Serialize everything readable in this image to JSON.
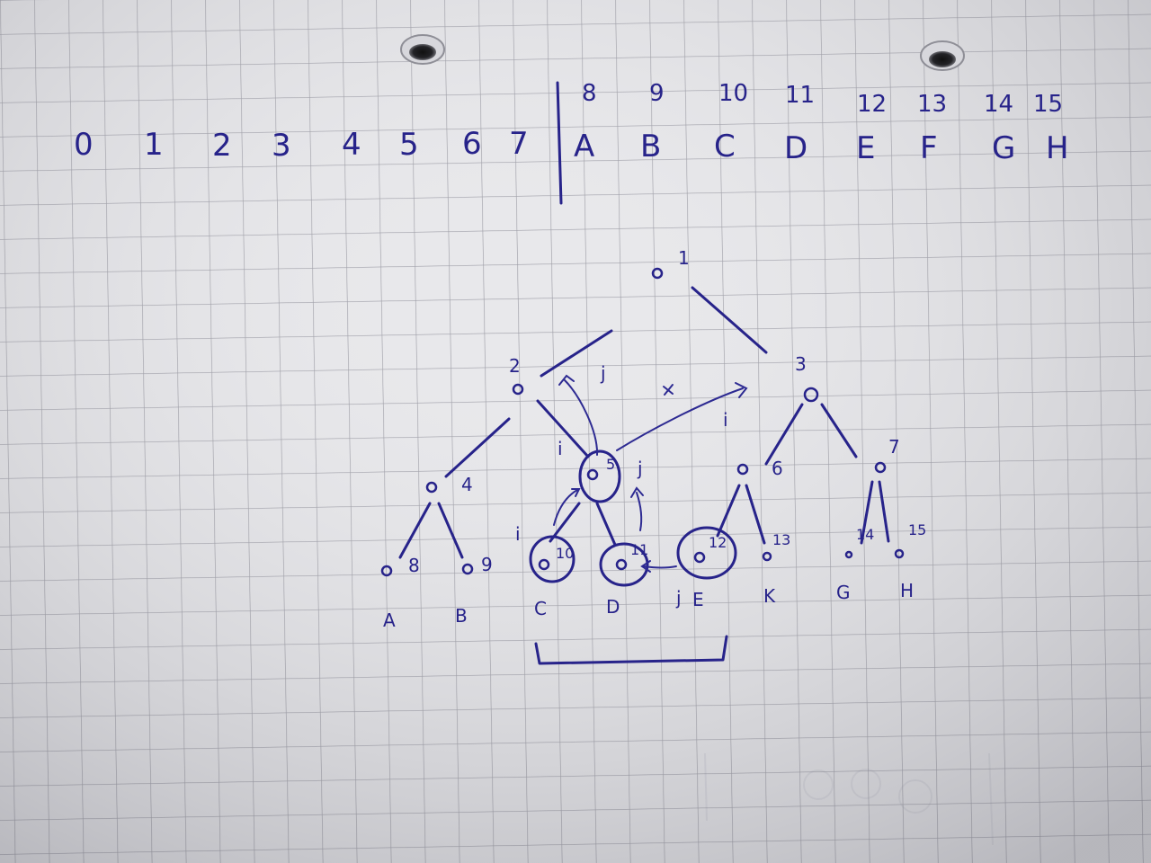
{
  "sheet": {
    "paper": "#e9e9ec",
    "paper_shadow": "#a9a9b0",
    "grid": "#9e9ea6",
    "ink": "#27238a"
  },
  "index_row": {
    "digits": [
      "0",
      "1",
      "2",
      "3",
      "4",
      "5",
      "6",
      "7"
    ],
    "upper_numbers": [
      "8",
      "9",
      "10",
      "11",
      "12",
      "13",
      "14",
      "15"
    ],
    "letters": [
      "A",
      "B",
      "C",
      "D",
      "E",
      "F",
      "G",
      "H"
    ]
  },
  "tree": {
    "node_labels": [
      "1",
      "2",
      "3",
      "4",
      "5",
      "6",
      "7",
      "8",
      "9",
      "10",
      "11",
      "12",
      "13",
      "14",
      "15"
    ],
    "leaf_labels": [
      "A",
      "B",
      "C",
      "D",
      "E",
      "K",
      "G",
      "H"
    ],
    "edge_marks": [
      "i",
      "j",
      "i",
      "j",
      "i",
      "j"
    ],
    "extra_marks": [
      "j"
    ],
    "arrow_marks": [
      "i",
      "j",
      "i"
    ]
  }
}
